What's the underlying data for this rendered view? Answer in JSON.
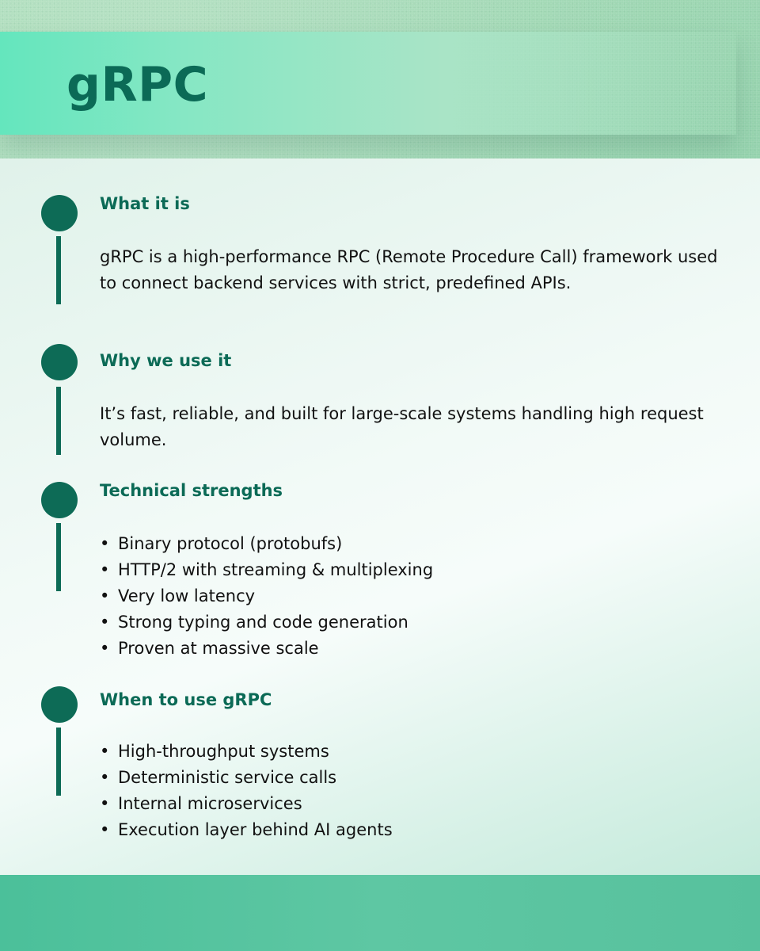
{
  "title": "gRPC",
  "sections": [
    {
      "heading": "What it is",
      "text": "gRPC is a high-performance RPC (Remote Procedure Call) framework used to connect backend services with strict, predefined APIs."
    },
    {
      "heading": "Why we use it",
      "text": "It’s fast, reliable, and built for large-scale systems handling high request volume."
    },
    {
      "heading": "Technical strengths",
      "bullets": [
        "Binary protocol (protobufs)",
        "HTTP/2 with streaming & multiplexing",
        "Very low latency",
        "Strong typing and code generation",
        "Proven at massive scale"
      ]
    },
    {
      "heading": "When to use gRPC",
      "bullets": [
        "High-throughput systems",
        "Deterministic service calls",
        "Internal microservices",
        "Execution layer behind AI agents"
      ]
    }
  ],
  "bullet_glyph": "•",
  "colors": {
    "accent": "#0d6b56",
    "title_bar": "#64e6bd",
    "footer": "#4bc09a",
    "text": "#111111"
  }
}
